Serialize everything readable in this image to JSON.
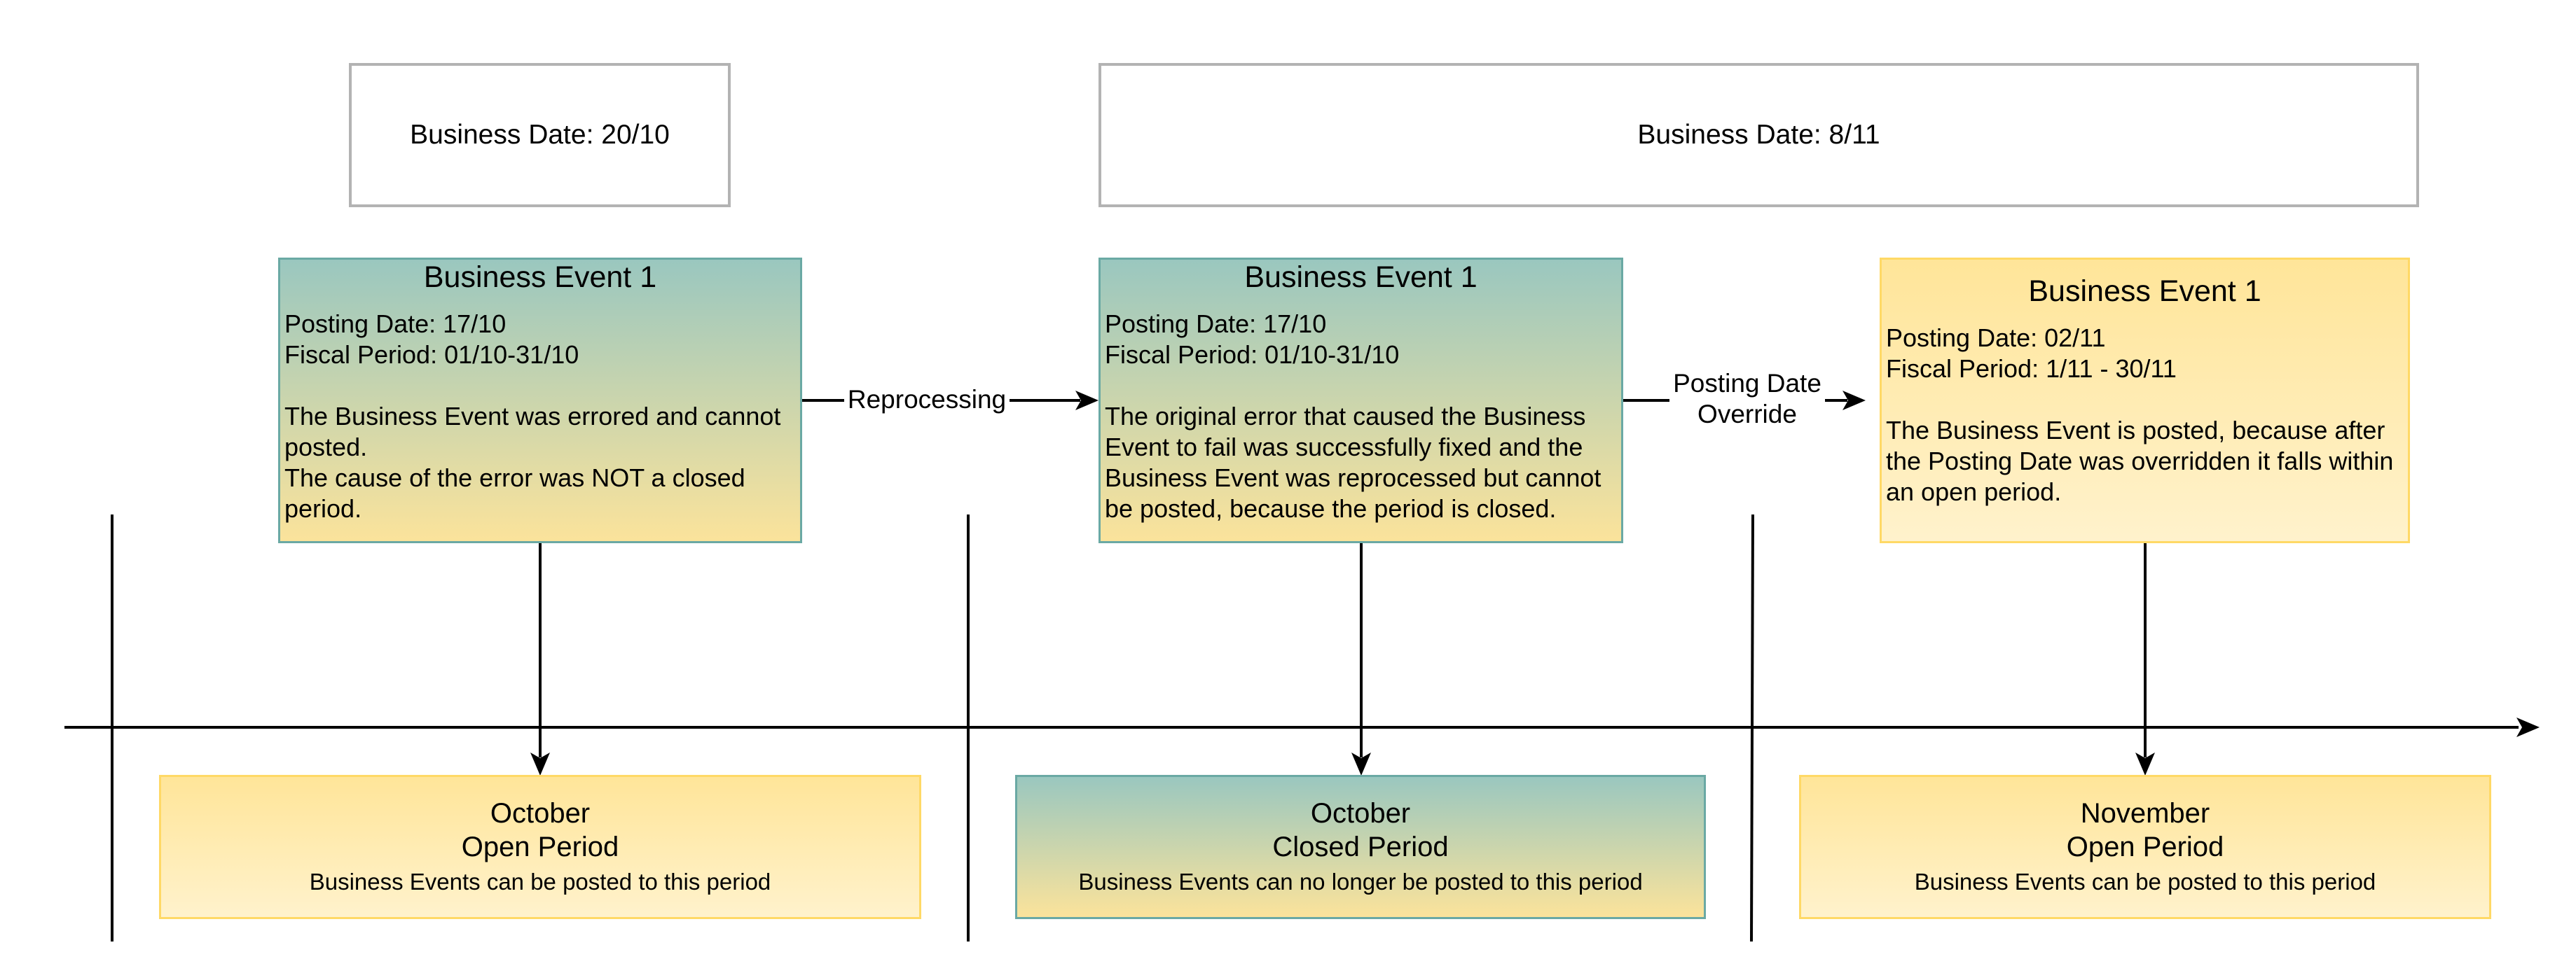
{
  "business_dates": [
    {
      "label": "Business Date: 20/10"
    },
    {
      "label": "Business Date: 8/11"
    }
  ],
  "events": [
    {
      "title": "Business Event 1",
      "posting_date": "Posting Date: 17/10",
      "fiscal_period": "Fiscal Period: 01/10-31/10",
      "description_1": "The Business Event was errored and cannot posted.",
      "description_2": "The cause of the error was NOT a closed period."
    },
    {
      "title": "Business Event 1",
      "posting_date": "Posting Date: 17/10",
      "fiscal_period": "Fiscal Period: 01/10-31/10",
      "description_1": "The original error that caused the Business Event to fail was successfully fixed and the Business Event was reprocessed but cannot be posted, because the period is closed.",
      "description_2": ""
    },
    {
      "title": "Business Event 1",
      "posting_date": "Posting Date: 02/11",
      "fiscal_period": "Fiscal Period: 1/11 - 30/11",
      "description_1": "The Business Event is posted, because after the Posting Date was overridden it falls within an open period.",
      "description_2": ""
    }
  ],
  "transitions": [
    {
      "label": "Reprocessing"
    },
    {
      "label_line1": "Posting Date",
      "label_line2": "Override"
    }
  ],
  "periods": [
    {
      "month": "October",
      "status": "Open Period",
      "description": "Business Events can be posted to this period"
    },
    {
      "month": "October",
      "status": "Closed Period",
      "description": "Business Events can no longer be posted to this period"
    },
    {
      "month": "November",
      "status": "Open Period",
      "description": "Business Events can be posted to this period"
    }
  ]
}
